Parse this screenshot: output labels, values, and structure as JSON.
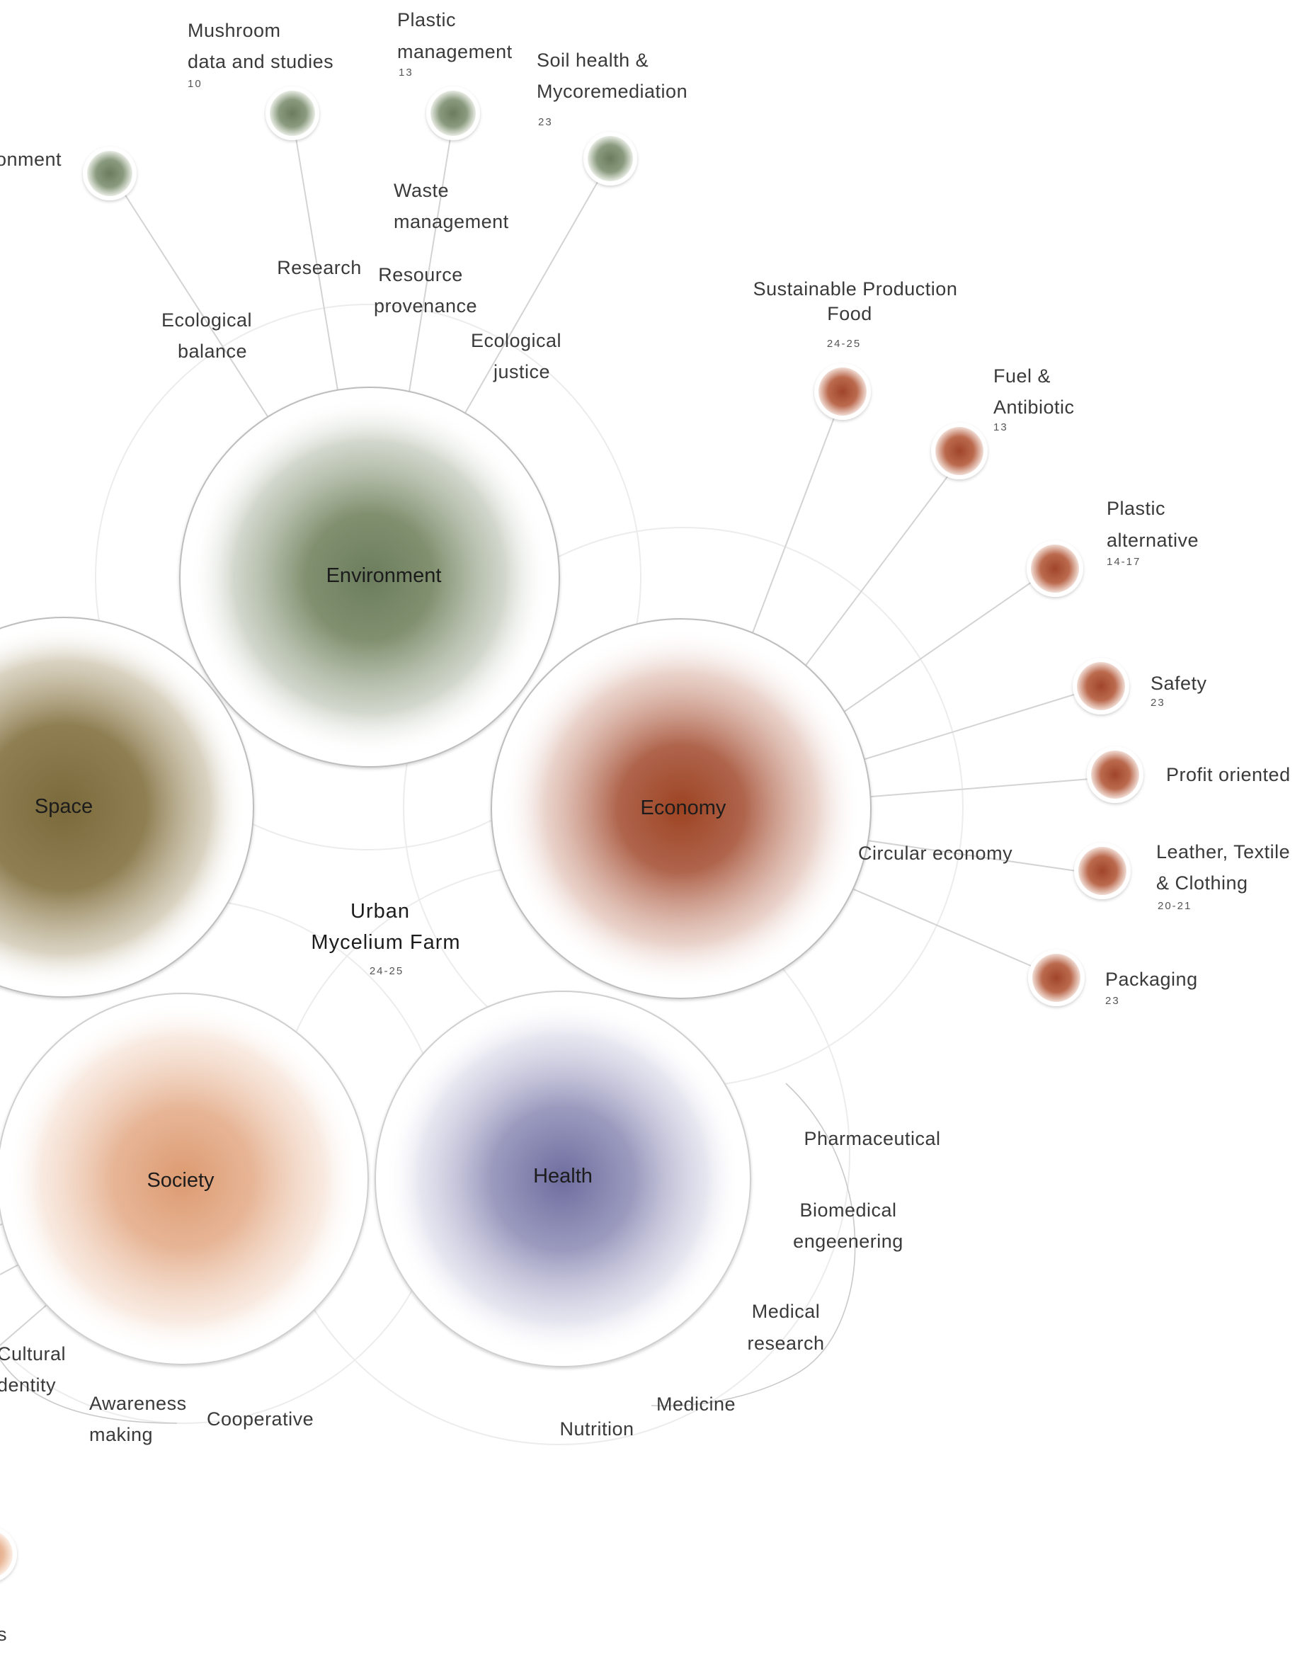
{
  "colors": {
    "environment": "#6b7d5e",
    "space": "#7d6b3c",
    "economy": "#a0452a",
    "society": "#de9c72",
    "health": "#6f6fa0",
    "line": "#d0d0d0"
  },
  "center": {
    "line1": "Urban",
    "line2": "Mycelium Farm",
    "years": "24-25"
  },
  "hubs": {
    "environment": "Environment",
    "space": "Space",
    "economy": "Economy",
    "society": "Society",
    "health": "Health"
  },
  "environment": {
    "nodes": [
      {
        "text": "onment",
        "num": ""
      },
      {
        "line1": "Mushroom",
        "line2": "data  and  studies",
        "num": "10"
      },
      {
        "line1": "Plastic",
        "line2": "management",
        "num": "13"
      },
      {
        "line1": "Soil  health  &",
        "line2": "Mycoremediation",
        "num": "23"
      }
    ],
    "branches": [
      {
        "line1": "Ecological",
        "line2": "balance"
      },
      {
        "line1": "Research"
      },
      {
        "line1": "Resource",
        "line2": "provenance"
      },
      {
        "line1": "Waste",
        "line2": "management"
      },
      {
        "line1": "Ecological",
        "line2": "justice"
      }
    ]
  },
  "economy": {
    "nodes": [
      {
        "line1": "Sustainable  Production",
        "line2": "Food",
        "num": "24-25"
      },
      {
        "line1": "Fuel  &",
        "line2": "Antibiotic",
        "num": "13"
      },
      {
        "line1": "Plastic",
        "line2": "alternative",
        "num": "14-17"
      },
      {
        "line1": "Safety",
        "num": "23"
      },
      {
        "line1": "Profit  oriented"
      },
      {
        "line1": "Leather,  Textile",
        "line2": "&  Clothing",
        "num": "20-21"
      },
      {
        "line1": "Packaging",
        "num": "23"
      }
    ],
    "branch": "Circular  economy"
  },
  "health": {
    "items": [
      {
        "line1": "Pharmaceutical"
      },
      {
        "line1": "Biomedical",
        "line2": "engeenering"
      },
      {
        "line1": "Medical",
        "line2": "research"
      },
      {
        "line1": "Medicine"
      },
      {
        "line1": "Nutrition"
      }
    ]
  },
  "society": {
    "items": [
      {
        "line1": "Cultural",
        "line2": "dentity"
      },
      {
        "line1": "Awareness",
        "line2": "making"
      },
      {
        "line1": "Cooperative"
      }
    ],
    "edge_text": "s"
  }
}
